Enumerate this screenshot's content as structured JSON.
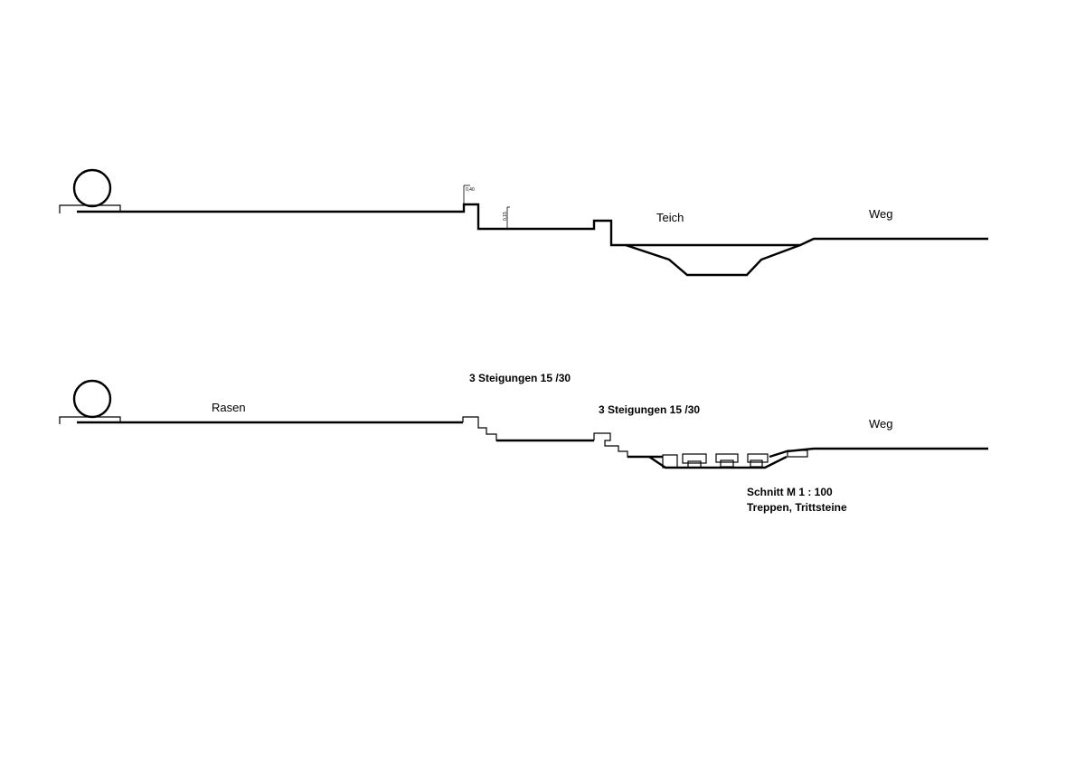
{
  "section_top": {
    "labels": {
      "dim_1": "0,40",
      "dim_2": "0,15",
      "teich": "Teich",
      "weg": "Weg"
    }
  },
  "section_bottom": {
    "labels": {
      "rasen": "Rasen",
      "steigungen_1": "3 Steigungen 15 /30",
      "steigungen_2": "3 Steigungen 15 /30",
      "weg": "Weg"
    }
  },
  "title_block": {
    "line_1": "Schnitt M 1 : 100",
    "line_2": "Treppen, Trittsteine"
  },
  "colors": {
    "line": "#000000",
    "background": "#ffffff"
  }
}
